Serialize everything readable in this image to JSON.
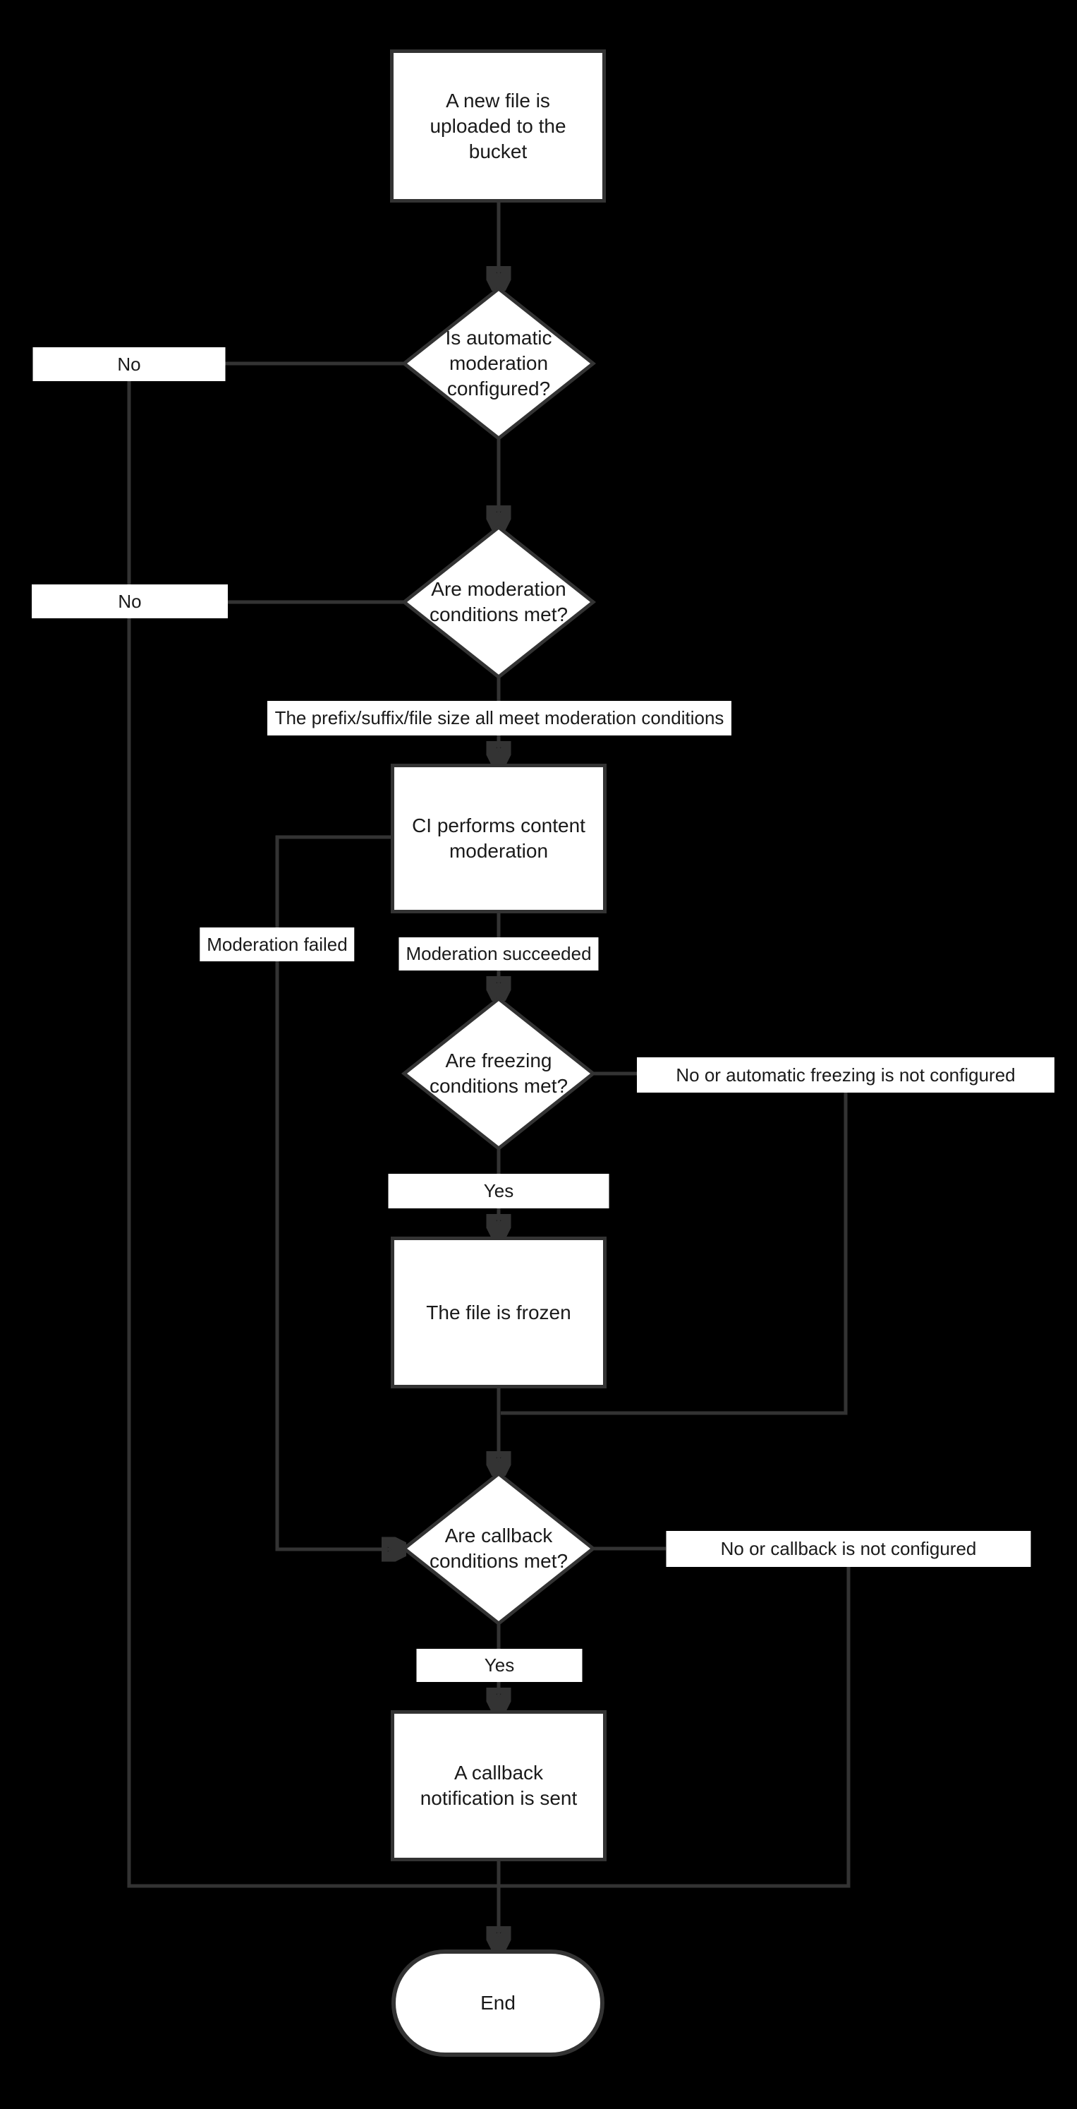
{
  "diagram": {
    "title": "File upload moderation flowchart",
    "colors": {
      "background": "#000000",
      "line": "#333333",
      "node_fill": "#ffffff",
      "node_border": "#333333",
      "text": "#1a1a1a",
      "label_background": "#ffffff"
    },
    "nodes": {
      "start": {
        "label": "A new file is\nuploaded to the\nbucket"
      },
      "d_automod": {
        "label": "Is automatic\nmoderation\nconfigured?"
      },
      "d_modcond": {
        "label": "Are moderation\nconditions met?"
      },
      "ci": {
        "label": "CI performs content\nmoderation"
      },
      "d_freeze": {
        "label": "Are freezing\nconditions met?"
      },
      "frozen": {
        "label": "The file is frozen"
      },
      "d_callback": {
        "label": "Are callback\nconditions met?"
      },
      "callback": {
        "label": "A callback\nnotification is sent"
      },
      "end": {
        "label": "End"
      }
    },
    "edge_labels": {
      "no_automod": "No",
      "no_modcond": "No",
      "conditions_met": "The prefix/suffix/file size all meet moderation conditions",
      "moderation_failed": "Moderation failed",
      "moderation_succeeded": "Moderation succeeded",
      "freezing_no": "No or automatic freezing is not configured",
      "freezing_yes": "Yes",
      "callback_no": "No or callback is not configured",
      "callback_yes": "Yes"
    }
  }
}
